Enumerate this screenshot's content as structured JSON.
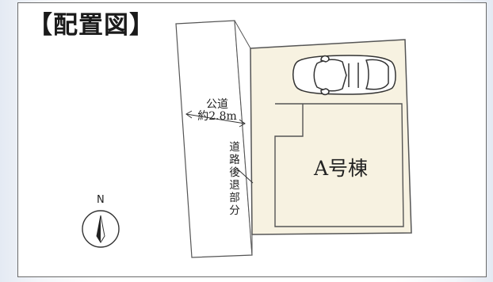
{
  "map": {
    "title": "【配置図】",
    "road_label_line1": "公道",
    "road_label_line2": "約2.8m",
    "setback_label": "道路後退部分",
    "building_label": "A号棟",
    "north_label": "N"
  },
  "colors": {
    "lot_fill": "#f7f2e1",
    "road_fill": "#ffffff",
    "line": "#555555",
    "frame": "#6a6a6a"
  },
  "icons": [
    "car-icon",
    "compass-icon"
  ]
}
